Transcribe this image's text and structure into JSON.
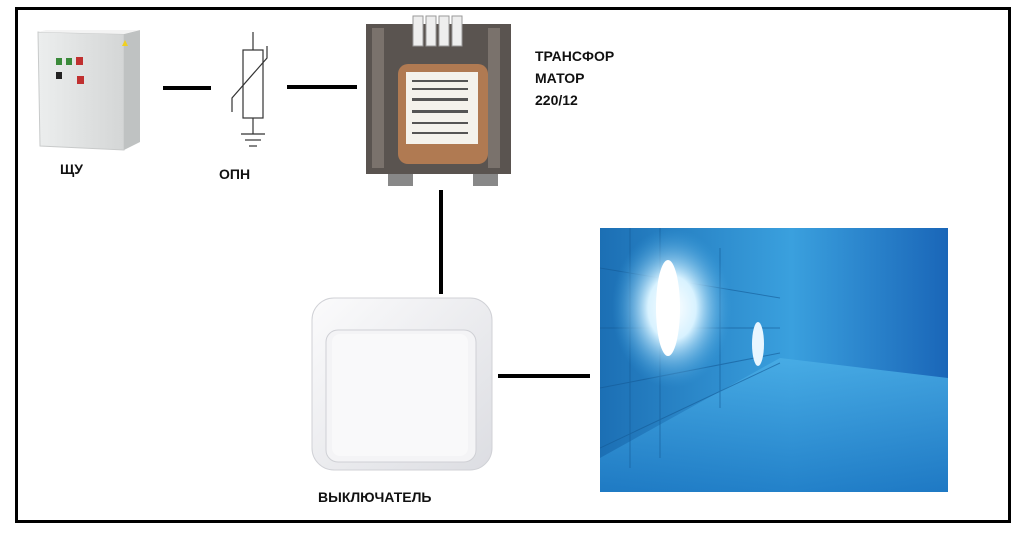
{
  "labels": {
    "panel": "ЩУ",
    "surge_arrester": "ОПН",
    "transformer_line1": "ТРАНСФОР",
    "transformer_line2": "МАТОР",
    "transformer_line3": "220/12",
    "switch": "ВЫКЛЮЧАТЕЛЬ"
  }
}
